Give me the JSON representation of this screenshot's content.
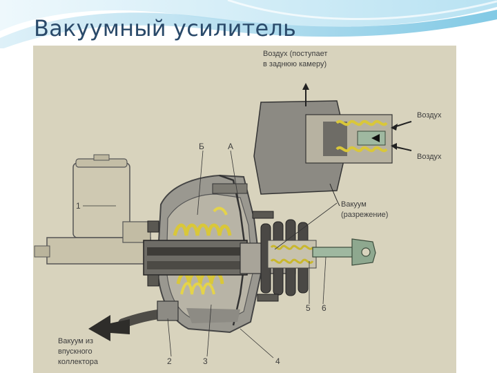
{
  "slide": {
    "title": "Вакуумный усилитель"
  },
  "diagram": {
    "labels": {
      "air_in_line1": "Воздух (поступает",
      "air_in_line2": "в заднюю камеру)",
      "air_top": "Воздух",
      "air_bottom": "Воздух",
      "vacuum_line1": "Вакуум",
      "vacuum_line2": "(разрежение)",
      "letter_b": "Б",
      "letter_a": "А",
      "n1": "1",
      "n2": "2",
      "n3": "3",
      "n4": "4",
      "n5": "5",
      "n6": "6",
      "manifold_line1": "Вакуум из",
      "manifold_line2": "впускного",
      "manifold_line3": "коллектора"
    }
  },
  "colors": {
    "title": "#2a4a6a",
    "paper": "#d8d3bd",
    "spring_yellow": "#e8d84a",
    "rod_green": "#9fb8a0",
    "body_gray": "#8a8a8a"
  }
}
